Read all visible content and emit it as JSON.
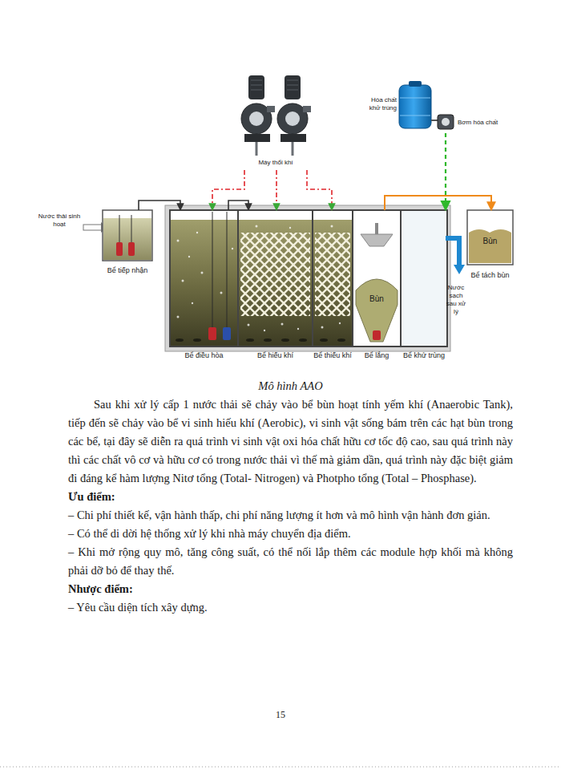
{
  "diagram": {
    "caption": "Mô hình AAO",
    "nodes": [
      {
        "text": [
          "Máy thổi khí"
        ]
      },
      {
        "text": [
          "Hóa chất khử trùng"
        ]
      },
      {
        "text": [
          "Bơm hóa chất"
        ]
      },
      {
        "text": [
          "Bể tiếp nhận"
        ]
      },
      {
        "text": [
          "Bể điều hòa"
        ]
      },
      {
        "text": [
          "Bể hiếu khí"
        ]
      },
      {
        "text": [
          "Bể thiếu khí"
        ]
      },
      {
        "text": [
          "Bùn",
          "Bể lắng"
        ]
      },
      {
        "text": [
          "Bể khử trùng"
        ]
      },
      {
        "text": [
          "Bùn",
          "Bể tách bùn"
        ]
      }
    ],
    "edges": [
      {
        "from": 3,
        "to": 4,
        "arrow": "to"
      },
      {
        "from": 4,
        "to": 5,
        "arrow": "to"
      },
      {
        "from": 0,
        "to": 4,
        "arrow": "to"
      },
      {
        "from": 0,
        "to": 5,
        "arrow": "to"
      },
      {
        "from": 0,
        "to": 6,
        "arrow": "to"
      },
      {
        "from": 2,
        "to": 8,
        "arrow": "to"
      },
      {
        "from": 7,
        "to": 9,
        "arrow": "to"
      }
    ],
    "labels": [
      "Nước thải sinh hoạt",
      "Nước sạch sau xử lý",
      "Sau khi xử lý cấp 1 nước thải sẽ chảy vào bể bùn hoạt tính yếm khí (Anaerobic Tank), tiếp đến sẽ chảy vào bể vi sinh hiếu khí (Aerobic), vi sinh vật sống bám trên các hạt bùn trong các bể, tại đây sẽ diễn ra quá trình vi sinh vật oxi hóa chất hữu cơ tốc độ cao, sau quá trình này thì các chất vô cơ và hữu cơ có trong nước thải vì thế mà giảm dần, quá trình này đặc biệt giảm đi đáng kể hàm lượng Nitơ tổng (Total- Nitrogen) và Photpho tổng (Total – Phosphase).",
      "Ưu điểm:",
      "– Chi phí thiết kế, vận hành thấp, chi phí năng lượng ít hơn và mô hình vận hành đơn giản.",
      "– Có thể di dời hệ thống xử lý khi nhà máy chuyển địa điểm.",
      "– Khi mở rộng quy mô, tăng công suất, có thể nối lắp thêm các module hợp khối mà không phải dỡ bỏ để thay thế.",
      "Nhược điểm:",
      "– Yêu cầu diện tích xây dựng.",
      "15"
    ]
  }
}
